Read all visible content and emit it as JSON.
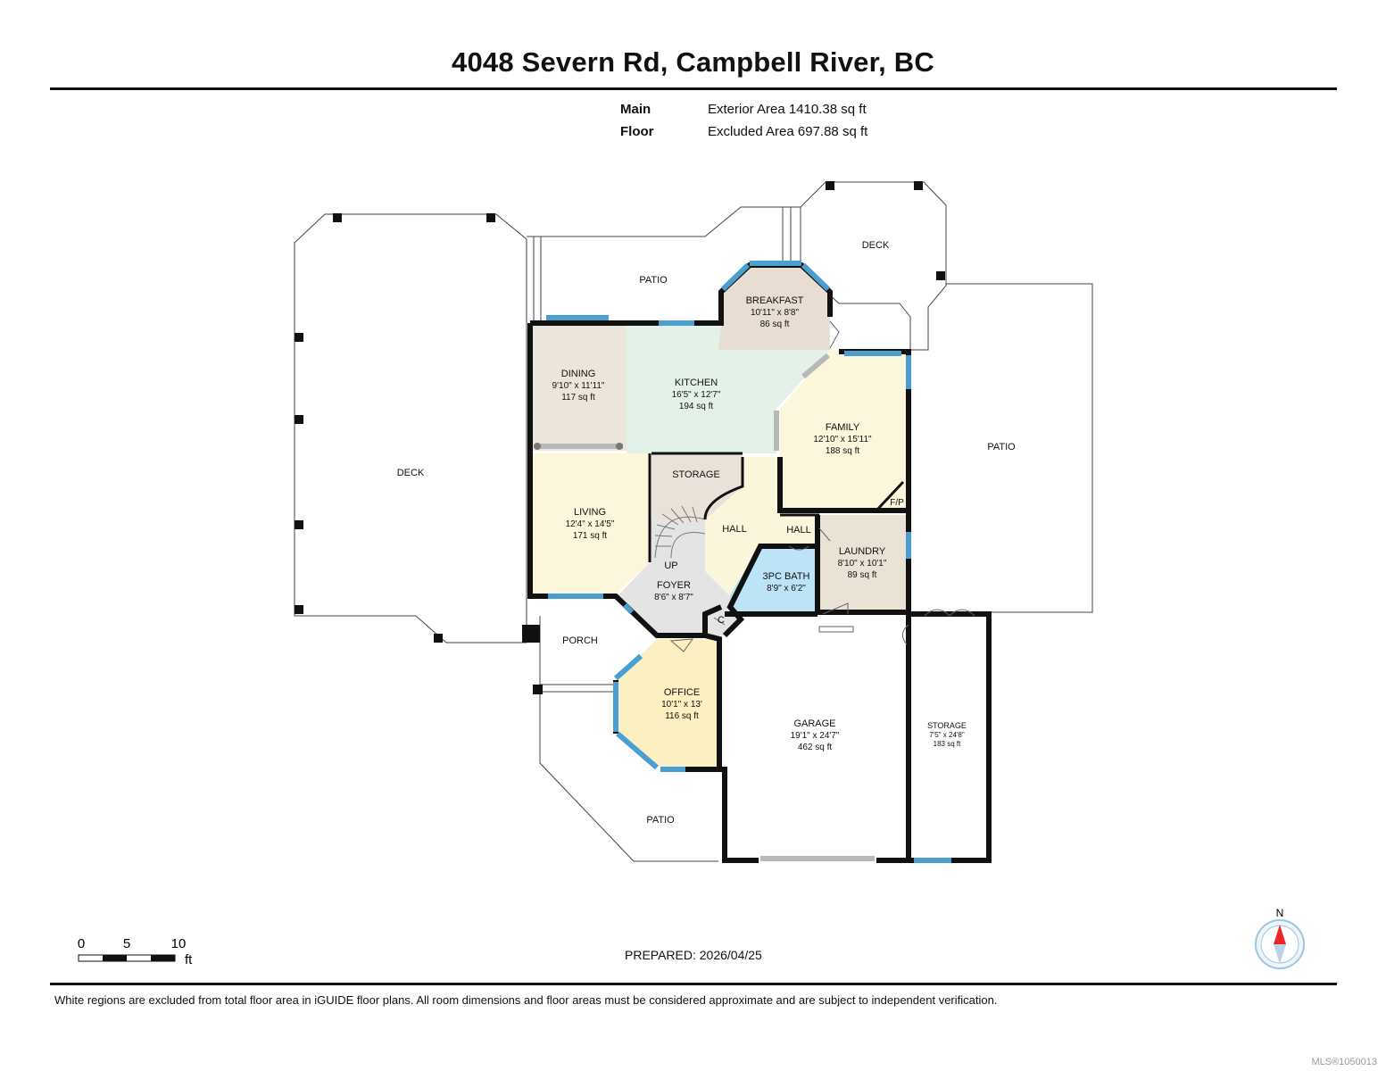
{
  "header": {
    "title": "4048 Severn Rd, Campbell River, BC",
    "floor_label": "Main Floor",
    "exterior_area": "Exterior Area 1410.38 sq ft",
    "excluded_area": "Excluded Area 697.88 sq ft"
  },
  "rooms": {
    "breakfast": {
      "name": "BREAKFAST",
      "dims": "10'11\" x 8'8\"",
      "area": "86 sq ft"
    },
    "dining": {
      "name": "DINING",
      "dims": "9'10\" x 11'11\"",
      "area": "117 sq ft"
    },
    "kitchen": {
      "name": "KITCHEN",
      "dims": "16'5\" x 12'7\"",
      "area": "194 sq ft"
    },
    "family": {
      "name": "FAMILY",
      "dims": "12'10\" x 15'11\"",
      "area": "188 sq ft"
    },
    "living": {
      "name": "LIVING",
      "dims": "12'4\" x 14'5\"",
      "area": "171 sq ft"
    },
    "storage_inner": {
      "name": "STORAGE"
    },
    "hall_main": {
      "name": "HALL"
    },
    "hall_small": {
      "name": "HALL"
    },
    "fp": {
      "name": "F/P"
    },
    "laundry": {
      "name": "LAUNDRY",
      "dims": "8'10\" x 10'1\"",
      "area": "89 sq ft"
    },
    "bath": {
      "name": "3PC BATH",
      "dims": "8'9\" x 6'2\""
    },
    "foyer": {
      "name": "FOYER",
      "dims": "8'6\" x 8'7\""
    },
    "up": {
      "name": "UP"
    },
    "closet": {
      "name": "C"
    },
    "porch": {
      "name": "PORCH"
    },
    "office": {
      "name": "OFFICE",
      "dims": "10'1\" x 13'",
      "area": "116 sq ft"
    },
    "garage": {
      "name": "GARAGE",
      "dims": "19'1\" x 24'7\"",
      "area": "462 sq ft"
    },
    "storage_garage": {
      "name": "STORAGE",
      "dims": "7'5\" x 24'8\"",
      "area": "183 sq ft"
    },
    "deck_west": {
      "name": "DECK"
    },
    "deck_north": {
      "name": "DECK"
    },
    "patio_north": {
      "name": "PATIO"
    },
    "patio_east": {
      "name": "PATIO"
    },
    "patio_south": {
      "name": "PATIO"
    }
  },
  "scale_bar": {
    "t0": "0",
    "t5": "5",
    "t10": "10",
    "unit": "ft"
  },
  "compass": {
    "label": "N"
  },
  "footer": {
    "prepared": "PREPARED: 2026/04/25",
    "disclaimer": "White regions are excluded from total floor area in iGUIDE floor plans. All room dimensions and floor areas must be considered approximate and are subject to independent verification.",
    "mls": "MLS®1050013"
  },
  "colors": {
    "breakfast": "#e7ddd2",
    "kitchen": "#e4f1e8",
    "dining": "#ece5d9",
    "family": "#fcf6dd",
    "living": "#fcf6dd",
    "storage": "#e9e2d8",
    "hall": "#fbf5dc",
    "laundry": "#ebe2d6",
    "bath": "#bde3f6",
    "foyer": "#e4e4e4",
    "office": "#fcefc2",
    "window": "#4a9fd1",
    "wall": "#111111",
    "compass_needle": "#e8262b"
  }
}
